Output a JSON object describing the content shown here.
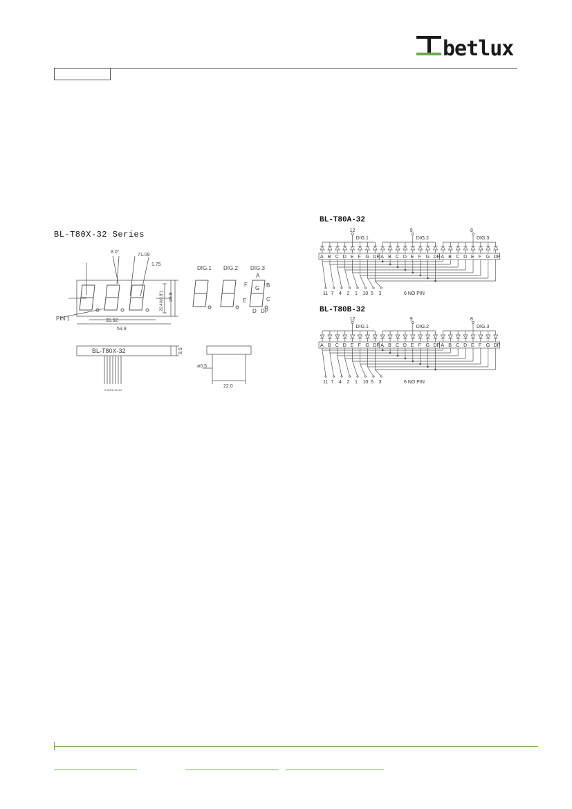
{
  "brand": {
    "name": "betlux",
    "color": "#1a1a1a",
    "accent": "#6aa84f"
  },
  "series_title": "BL-T80X-32 Series",
  "drawing": {
    "dims": {
      "angle": "8.0°",
      "pitch": "71.09",
      "seg_w": "1.75",
      "digit_h": "20.40(0.8\")",
      "height": "25.8",
      "pin_span": "35.92",
      "width": "53.9",
      "depth": "8.5",
      "pin_d": "ø0.5",
      "pin_row": "22.0",
      "pitch_note": "2.54P6=15.24"
    },
    "pin1_label": "PIN 1",
    "side_label": "BL-T80X-32",
    "digits": [
      "DIG.1",
      "DIG.2",
      "DIG.3"
    ],
    "seg_labels": {
      "a": "A",
      "b": "B",
      "c": "C",
      "d": "D",
      "e": "E",
      "f": "F",
      "g": "G",
      "dp": "DP"
    }
  },
  "circuit_a": {
    "title": "BL-T80A-32",
    "commons": [
      "12",
      "9",
      "8"
    ],
    "digits": [
      "DIG.1",
      "DIG.2",
      "DIG.3"
    ],
    "segments": [
      "A",
      "B",
      "C",
      "D",
      "E",
      "F",
      "G",
      "DP"
    ],
    "pins": [
      "11",
      "7",
      "4",
      "2",
      "1",
      "10",
      "5",
      "3"
    ],
    "no_pin": "6  NO  PIN"
  },
  "circuit_b": {
    "title": "BL-T80B-32",
    "commons": [
      "12",
      "9",
      "8"
    ],
    "digits": [
      "DIG.1",
      "DIG.2",
      "DIG.3"
    ],
    "segments": [
      "A",
      "B",
      "C",
      "D",
      "E",
      "F",
      "G",
      "DP"
    ],
    "pins": [
      "11",
      "7",
      "4",
      "2",
      "1",
      "10",
      "5",
      "3"
    ],
    "no_pin": "6  NO  PIN"
  }
}
